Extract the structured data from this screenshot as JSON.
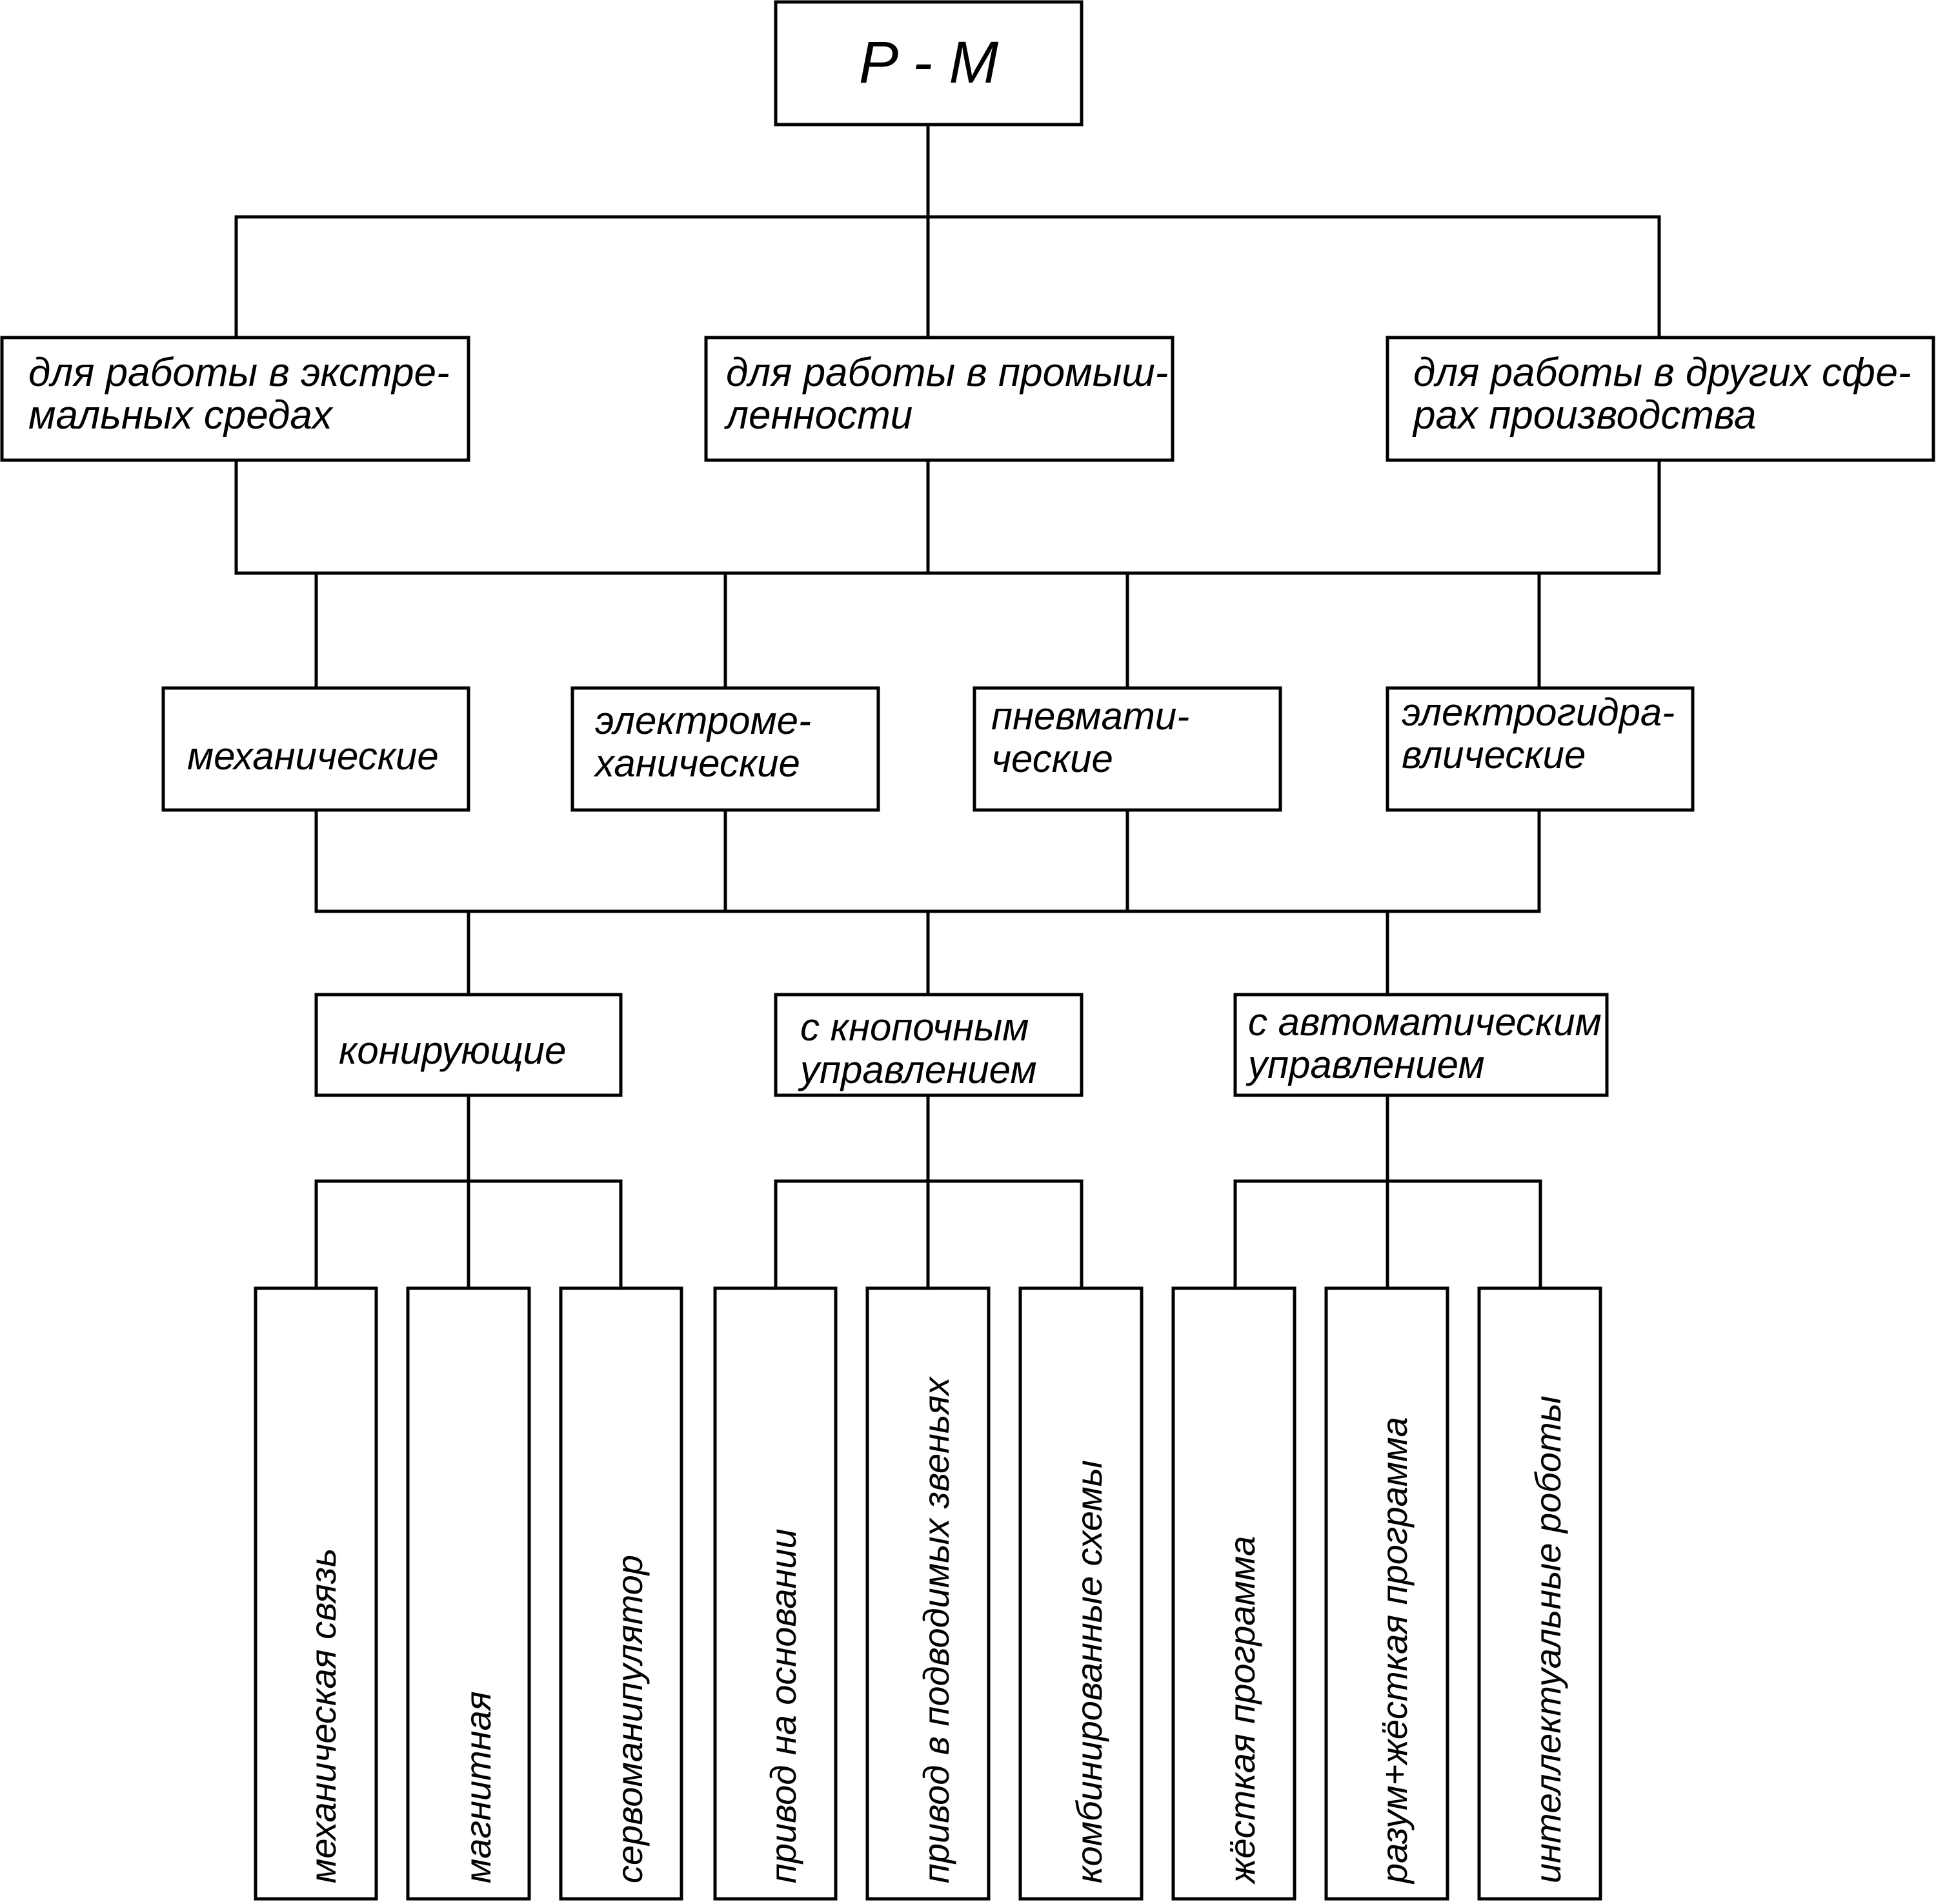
{
  "root": {
    "label": "P - M"
  },
  "level1": [
    {
      "line1": "для работы в экстре-",
      "line2": "мальных средах"
    },
    {
      "line1": "для работы в промыш-",
      "line2": "ленности"
    },
    {
      "line1": "для работы в других сфе-",
      "line2": "рах производства"
    }
  ],
  "level2": [
    {
      "line1": "механические",
      "line2": ""
    },
    {
      "line1": "электроме-",
      "line2": "ханические"
    },
    {
      "line1": "пневмати-",
      "line2": "ческие"
    },
    {
      "line1": "электрогидра-",
      "line2": "влические"
    }
  ],
  "level3": [
    {
      "line1": "конирующие",
      "line2": ""
    },
    {
      "line1": "с кнопочным",
      "line2": "управлением"
    },
    {
      "line1": "с автоматическим",
      "line2": "управлением"
    }
  ],
  "leaves": [
    {
      "label": "механическая связь"
    },
    {
      "label": "магнитная"
    },
    {
      "label": "сервоманипулятор"
    },
    {
      "label": "привод на основании"
    },
    {
      "label": "привод в подводимых звеньях"
    },
    {
      "label": "комбинированные схемы"
    },
    {
      "label": "жёсткая программа"
    },
    {
      "label": "разум+жёсткая программа"
    },
    {
      "label": "интеллектуальные роботы"
    }
  ]
}
